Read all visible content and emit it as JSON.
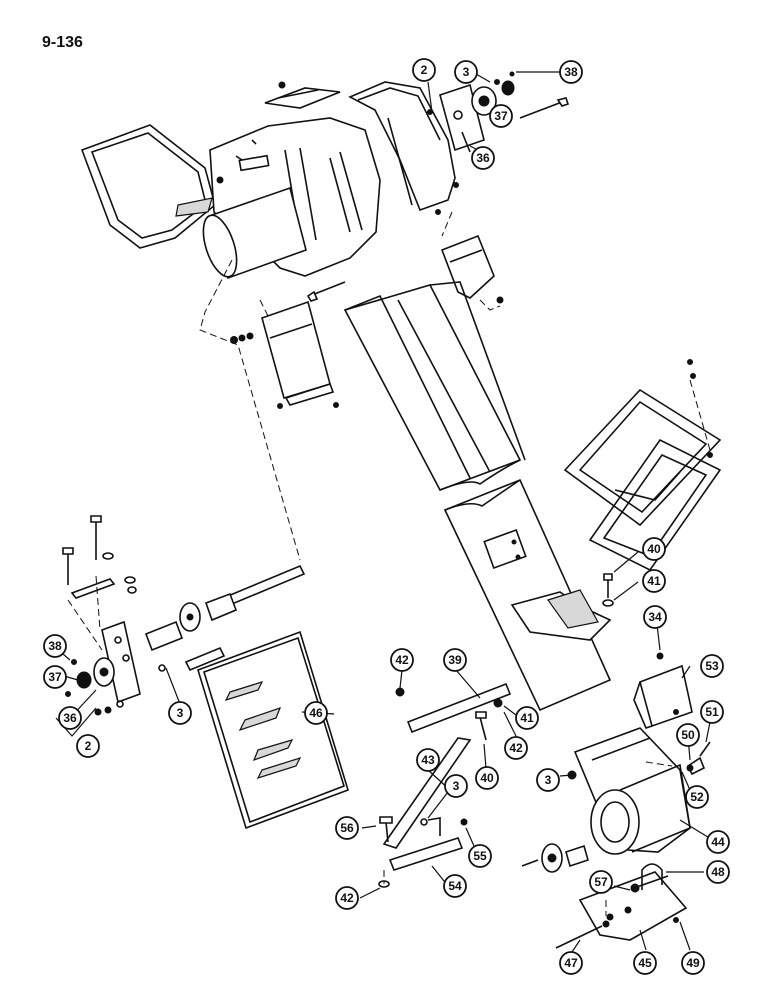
{
  "page_number": "9-136",
  "callouts": [
    {
      "label": "2"
    },
    {
      "label": "3"
    },
    {
      "label": "38"
    },
    {
      "label": "37"
    },
    {
      "label": "36"
    },
    {
      "label": "38"
    },
    {
      "label": "37"
    },
    {
      "label": "36"
    },
    {
      "label": "2"
    },
    {
      "label": "3"
    },
    {
      "label": "46"
    },
    {
      "label": "42"
    },
    {
      "label": "39"
    },
    {
      "label": "41"
    },
    {
      "label": "42"
    },
    {
      "label": "43"
    },
    {
      "label": "40"
    },
    {
      "label": "3"
    },
    {
      "label": "56"
    },
    {
      "label": "55"
    },
    {
      "label": "42"
    },
    {
      "label": "54"
    },
    {
      "label": "40"
    },
    {
      "label": "41"
    },
    {
      "label": "34"
    },
    {
      "label": "53"
    },
    {
      "label": "51"
    },
    {
      "label": "50"
    },
    {
      "label": "52"
    },
    {
      "label": "3"
    },
    {
      "label": "44"
    },
    {
      "label": "57"
    },
    {
      "label": "48"
    },
    {
      "label": "47"
    },
    {
      "label": "45"
    },
    {
      "label": "49"
    }
  ]
}
